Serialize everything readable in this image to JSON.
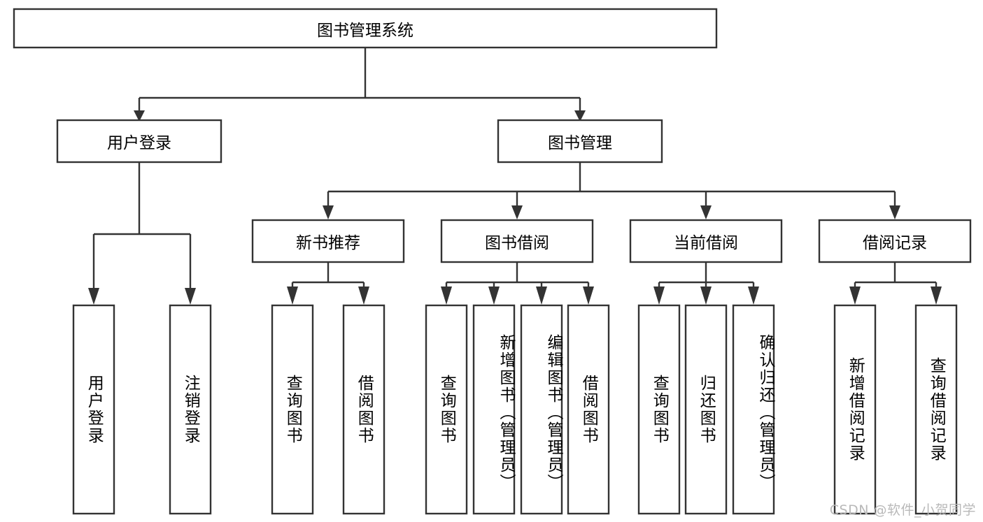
{
  "diagram": {
    "type": "tree-hierarchy",
    "title_node": {
      "label": "图书管理系统"
    },
    "level2": [
      {
        "id": "user-login",
        "label": "用户登录"
      },
      {
        "id": "book-management",
        "label": "图书管理"
      }
    ],
    "level3": [
      {
        "id": "new-book-recommend",
        "label": "新书推荐",
        "parent": "book-management"
      },
      {
        "id": "book-borrow",
        "label": "图书借阅",
        "parent": "book-management"
      },
      {
        "id": "current-borrow",
        "label": "当前借阅",
        "parent": "book-management"
      },
      {
        "id": "borrow-record",
        "label": "借阅记录",
        "parent": "book-management"
      }
    ],
    "leaves": {
      "user_login": [
        {
          "id": "leaf-user-login",
          "label": "用户登录"
        },
        {
          "id": "leaf-user-logout",
          "label": "注销登录"
        }
      ],
      "new_book_recommend": [
        {
          "id": "leaf-query-book-1",
          "label": "查询图书"
        },
        {
          "id": "leaf-borrow-book-1",
          "label": "借阅图书"
        }
      ],
      "book_borrow": [
        {
          "id": "leaf-query-book-2",
          "label": "查询图书"
        },
        {
          "id": "leaf-add-book",
          "label": "新增图书（管理员）"
        },
        {
          "id": "leaf-edit-book",
          "label": "编辑图书（管理员）"
        },
        {
          "id": "leaf-borrow-book-2",
          "label": "借阅图书"
        }
      ],
      "current_borrow": [
        {
          "id": "leaf-query-book-3",
          "label": "查询图书"
        },
        {
          "id": "leaf-return-book",
          "label": "归还图书"
        },
        {
          "id": "leaf-confirm-return",
          "label": "确认归还（管理员）"
        }
      ],
      "borrow_record": [
        {
          "id": "leaf-add-record",
          "label": "新增借阅记录"
        },
        {
          "id": "leaf-query-record",
          "label": "查询借阅记录"
        }
      ]
    }
  },
  "watermark": {
    "text": "CSDN @软件_小贺同学"
  },
  "colors": {
    "stroke": "#333333",
    "box_fill": "#ffffff",
    "text": "#000000",
    "watermark": "#b9b9b9",
    "background": "#ffffff"
  }
}
